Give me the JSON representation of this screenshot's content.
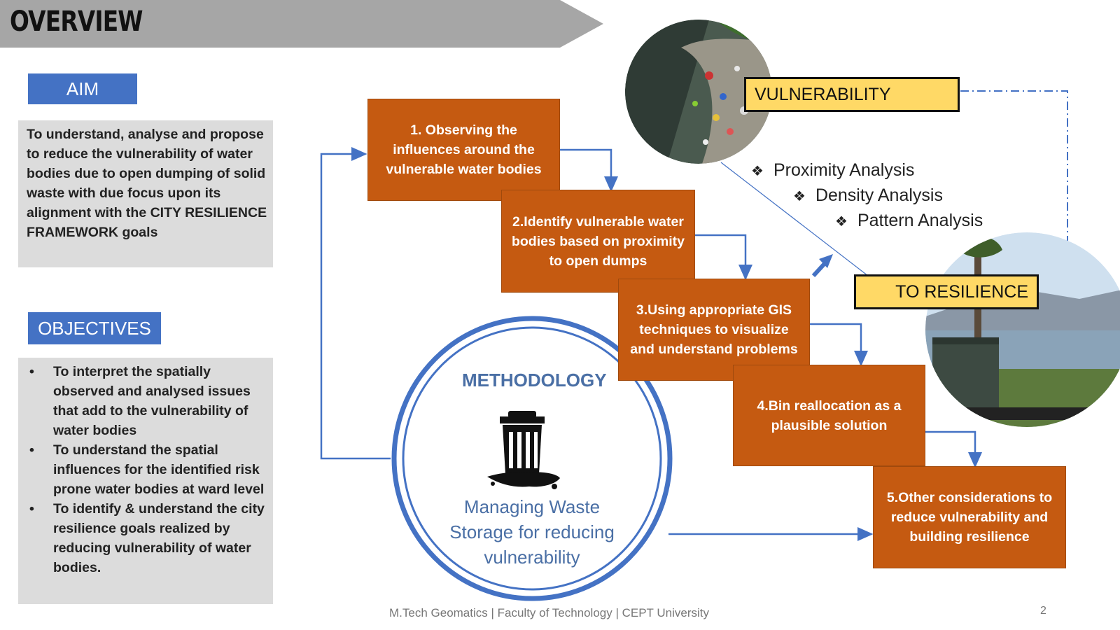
{
  "title": "OVERVIEW",
  "aim": {
    "label": "AIM",
    "text": "To understand, analyse and propose to reduce the vulnerability of water bodies due to open dumping of solid waste with due focus upon its alignment with the CITY RESILIENCE FRAMEWORK goals"
  },
  "objectives": {
    "label": "OBJECTIVES",
    "items": [
      "To interpret the spatially observed and analysed issues that add to the vulnerability of water bodies",
      "To understand the spatial influences for the identified risk prone water bodies at ward level",
      "To identify & understand the city resilience goals realized by reducing vulnerability of water bodies."
    ]
  },
  "methodology": {
    "title": "METHODOLOGY",
    "caption": "Managing Waste Storage for reducing vulnerability"
  },
  "steps": [
    "1. Observing the influences around the vulnerable water bodies",
    "2.Identify vulnerable water bodies based on proximity to open dumps",
    "3.Using appropriate GIS techniques to visualize and understand problems",
    "4.Bin reallocation as a plausible solution",
    "5.Other considerations to reduce vulnerability and building resilience"
  ],
  "vulnerability_label": "VULNERABILITY",
  "resilience_label": "TO RESILIENCE",
  "analyses": [
    "Proximity Analysis",
    "Density Analysis",
    "Pattern Analysis"
  ],
  "footer": "M.Tech Geomatics | Faculty of Technology | CEPT University",
  "page_number": "2",
  "colors": {
    "step_fill": "#c55a11",
    "label_blue": "#4472c4",
    "highlight_yellow": "#ffd966",
    "panel_grey": "#dcdcdc"
  }
}
